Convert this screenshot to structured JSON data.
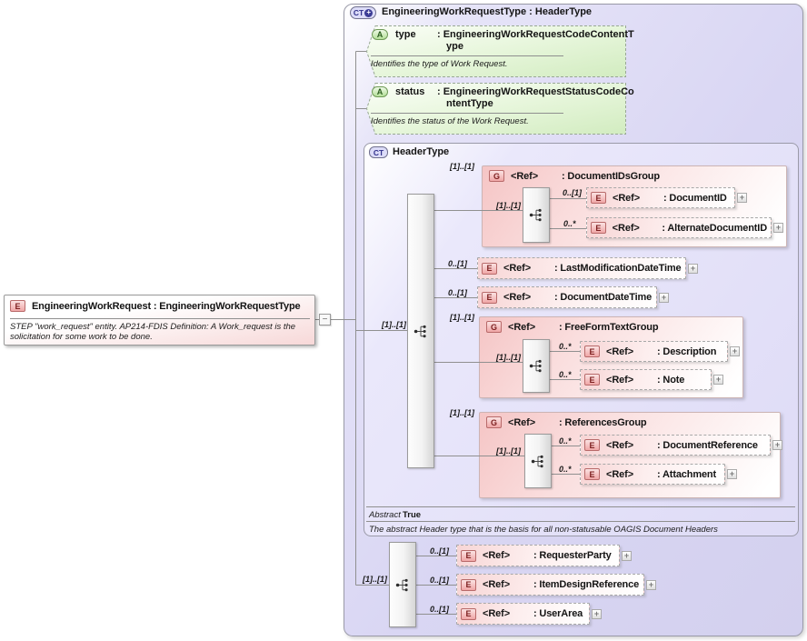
{
  "icons": {
    "expand": "+",
    "collapse": "−",
    "ct_plus": "+"
  },
  "root_element": {
    "badge": "E",
    "title": "EngineeringWorkRequest : EngineeringWorkRequestType",
    "annotation": "STEP \"work_request\" entity.  AP214-FDIS Definition: A Work_request is the solicitation for some work to be done."
  },
  "container": {
    "badge": "CT",
    "title": "EngineeringWorkRequestType : HeaderType",
    "attributes": [
      {
        "badge": "A",
        "name": "type",
        "type": ": EngineeringWorkRequestCodeContentType",
        "annotation": "Identifies the type of Work Request."
      },
      {
        "badge": "A",
        "name": "status",
        "type": ": EngineeringWorkRequestStatusCodeContentType",
        "annotation": "Identifies the status of the Work Request."
      }
    ],
    "header": {
      "badge": "CT",
      "title": "HeaderType",
      "sequence_cardinality": "[1]..[1]",
      "items": [
        {
          "kind": "group",
          "cardinality": "[1]..[1]",
          "badge": "G",
          "ref": "<Ref>",
          "name": ": DocumentIDsGroup",
          "inner_cardinality": "[1]..[1]",
          "children": [
            {
              "cardinality": "0..[1]",
              "badge": "E",
              "ref": "<Ref>",
              "name": ": DocumentID"
            },
            {
              "cardinality": "0..*",
              "badge": "E",
              "ref": "<Ref>",
              "name": ": AlternateDocumentID"
            }
          ]
        },
        {
          "kind": "element",
          "cardinality": "0..[1]",
          "badge": "E",
          "ref": "<Ref>",
          "name": ": LastModificationDateTime"
        },
        {
          "kind": "element",
          "cardinality": "0..[1]",
          "badge": "E",
          "ref": "<Ref>",
          "name": ": DocumentDateTime"
        },
        {
          "kind": "group",
          "cardinality": "[1]..[1]",
          "badge": "G",
          "ref": "<Ref>",
          "name": ": FreeFormTextGroup",
          "inner_cardinality": "[1]..[1]",
          "children": [
            {
              "cardinality": "0..*",
              "badge": "E",
              "ref": "<Ref>",
              "name": ": Description"
            },
            {
              "cardinality": "0..*",
              "badge": "E",
              "ref": "<Ref>",
              "name": ": Note"
            }
          ]
        },
        {
          "kind": "group",
          "cardinality": "[1]..[1]",
          "badge": "G",
          "ref": "<Ref>",
          "name": ": ReferencesGroup",
          "inner_cardinality": "[1]..[1]",
          "children": [
            {
              "cardinality": "0..*",
              "badge": "E",
              "ref": "<Ref>",
              "name": ": DocumentReference"
            },
            {
              "cardinality": "0..*",
              "badge": "E",
              "ref": "<Ref>",
              "name": ": Attachment"
            }
          ]
        }
      ],
      "abstract_label": "Abstract",
      "abstract_value": "True",
      "annotation": "The abstract Header type that is the basis for all non-statusable OAGIS Document Headers"
    },
    "footer": {
      "cardinality": "[1]..[1]",
      "children": [
        {
          "cardinality": "0..[1]",
          "badge": "E",
          "ref": "<Ref>",
          "name": ": RequesterParty"
        },
        {
          "cardinality": "0..[1]",
          "badge": "E",
          "ref": "<Ref>",
          "name": ": ItemDesignReference"
        },
        {
          "cardinality": "0..[1]",
          "badge": "E",
          "ref": "<Ref>",
          "name": ": UserArea"
        }
      ]
    }
  },
  "colors": {
    "container_fill": "#d9d6f3",
    "element_pink": "#f7d5d5",
    "attribute_green": "#ddf0cd",
    "badge_red": "#7c1f1f",
    "badge_green": "#2c5e1e",
    "badge_blue": "#32328c",
    "line": "#909090"
  }
}
